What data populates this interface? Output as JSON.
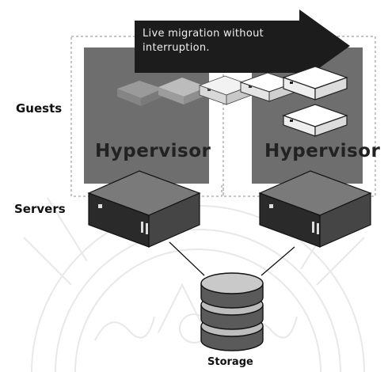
{
  "labels": {
    "guests": "Guests",
    "servers": "Servers",
    "storage": "Storage"
  },
  "hypervisors": [
    {
      "label": "Hypervisor"
    },
    {
      "label": "Hypervisor"
    }
  ],
  "banner": {
    "line1": "Live migration without",
    "line2": "interruption."
  },
  "colors": {
    "hypervisor_box": "#6e6e6e",
    "banner_arrow": "#1c1c1c",
    "dashed_outline": "#8a8a8a",
    "server_body": "#3a3a3a",
    "watermark": "#e2e2e2"
  },
  "icons": [
    "watermark-seal",
    "server-icon",
    "storage-cylinder-icon",
    "vm-icon"
  ]
}
